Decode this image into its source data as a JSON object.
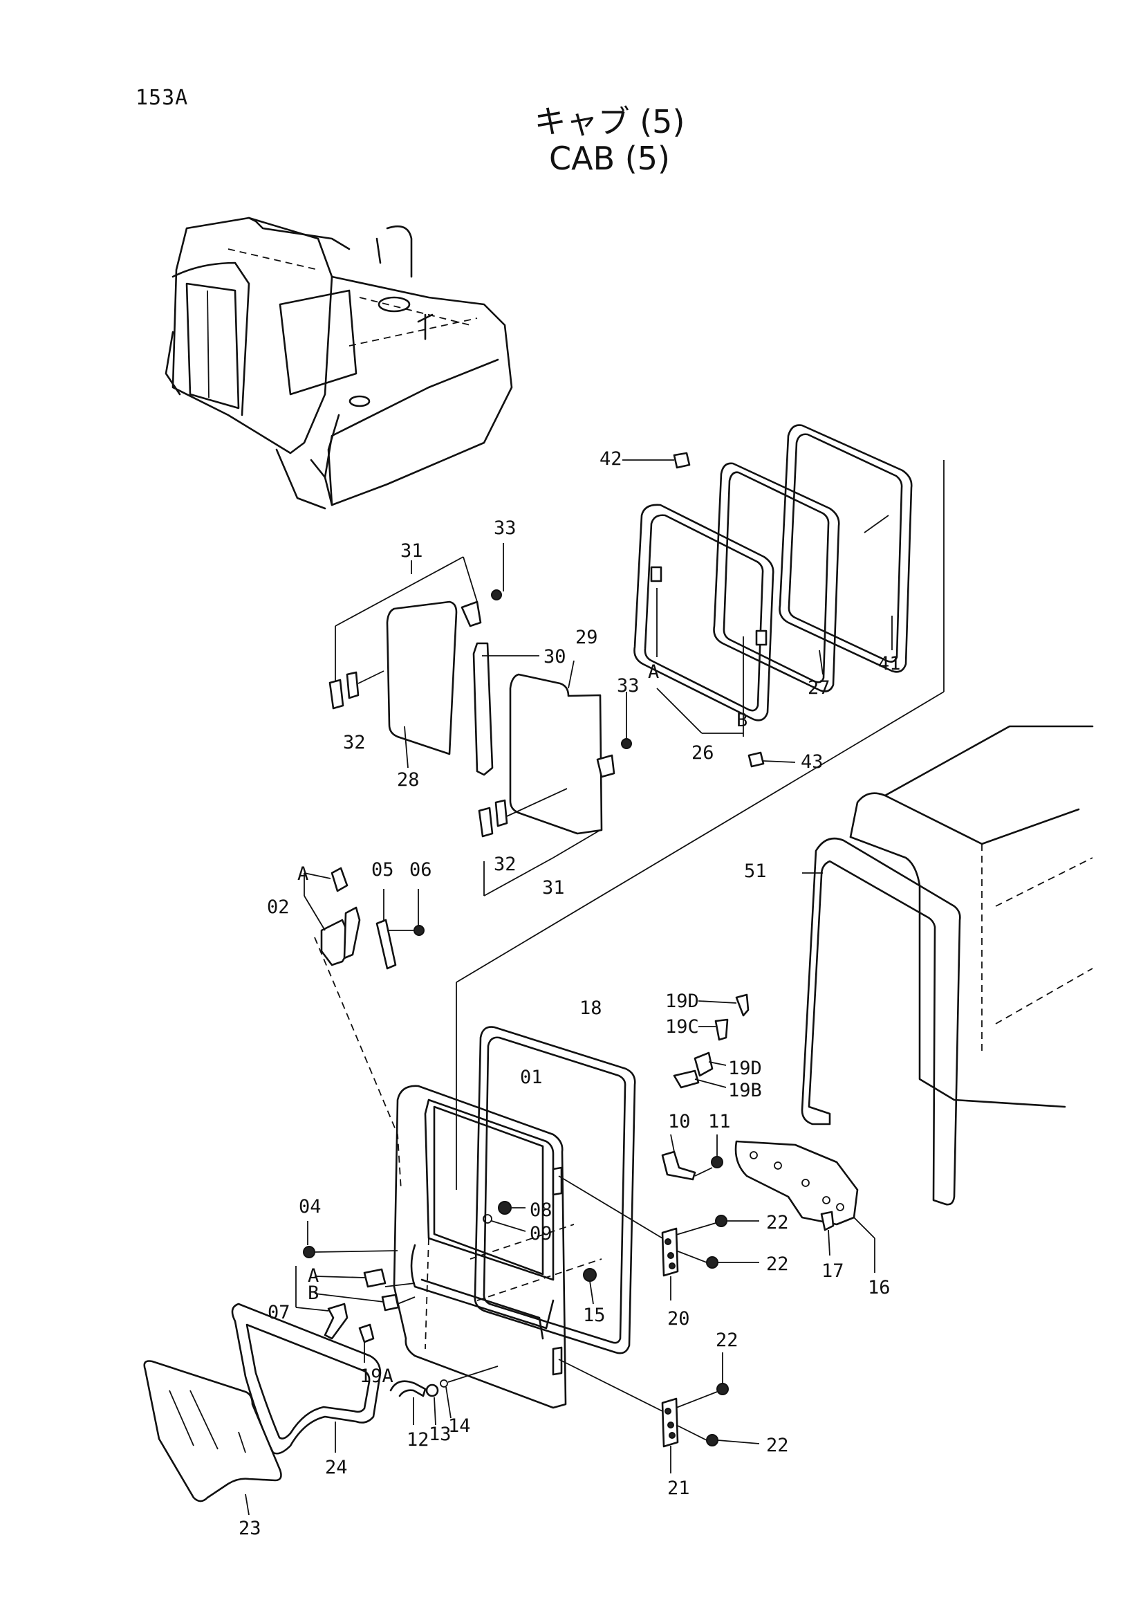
{
  "page_number": "153A",
  "title": {
    "jp": "キャブ (5)",
    "en": "CAB (5)"
  },
  "callouts": {
    "c42": "42",
    "c43": "43",
    "c41": "41",
    "c27": "27",
    "c26": "26",
    "c31a": "31",
    "c31b": "31",
    "c33a": "33",
    "c33b": "33",
    "c29": "29",
    "c30": "30",
    "c32a": "32",
    "c32b": "32",
    "c28": "28",
    "cAa": "A",
    "cBa": "B",
    "c51": "51",
    "cA02": "A",
    "c02": "02",
    "c05": "05",
    "c06": "06",
    "c18": "18",
    "c01": "01",
    "c19D1": "19D",
    "c19C": "19C",
    "c19D2": "19D",
    "c19B": "19B",
    "c10": "10",
    "c11": "11",
    "c04": "04",
    "c08": "08",
    "c09": "09",
    "cA07": "A",
    "cB07": "B",
    "c07": "07",
    "c19A": "19A",
    "c22a": "22",
    "c22b": "22",
    "c22c": "22",
    "c22d": "22",
    "c20": "20",
    "c21": "21",
    "c15": "15",
    "c17": "17",
    "c16": "16",
    "c12": "12",
    "c13": "13",
    "c14": "14",
    "c24": "24",
    "c23": "23"
  }
}
